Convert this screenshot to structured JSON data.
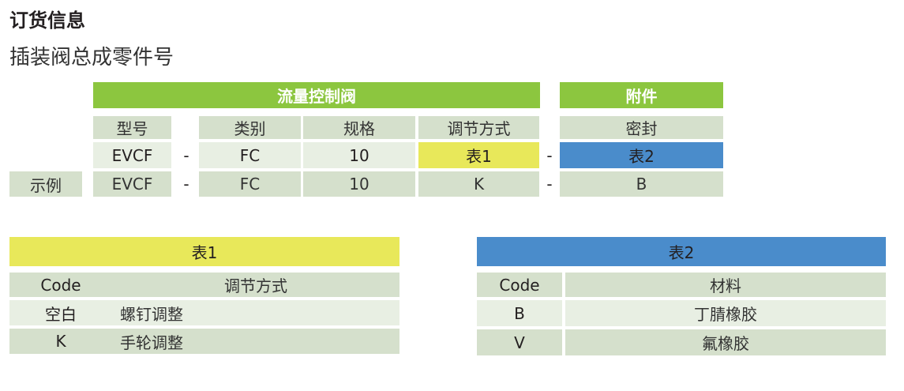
{
  "title": "订货信息",
  "subtitle": "插装阀总成零件号",
  "main": {
    "group_flow": "流量控制阀",
    "group_acc": "附件",
    "headers": [
      "型号",
      "类别",
      "规格",
      "调节方式",
      "密封"
    ],
    "code_row": [
      "EVCF",
      "-",
      "FC",
      "10",
      "表1",
      "-",
      "表2"
    ],
    "example_label": "示例",
    "example_row": [
      "EVCF",
      "-",
      "FC",
      "10",
      "K",
      "-",
      "B"
    ]
  },
  "table1": {
    "title": "表1",
    "headers": [
      "Code",
      "调节方式"
    ],
    "rows": [
      [
        "空白",
        "螺钉调整"
      ],
      [
        "K",
        "手轮调整"
      ]
    ]
  },
  "table2": {
    "title": "表2",
    "headers": [
      "Code",
      "材料"
    ],
    "rows": [
      [
        "B",
        "丁腈橡胶"
      ],
      [
        "V",
        "氟橡胶"
      ]
    ]
  },
  "colors": {
    "green": "#8cc63f",
    "yellow": "#e8e85a",
    "blue": "#4a8ccb"
  }
}
